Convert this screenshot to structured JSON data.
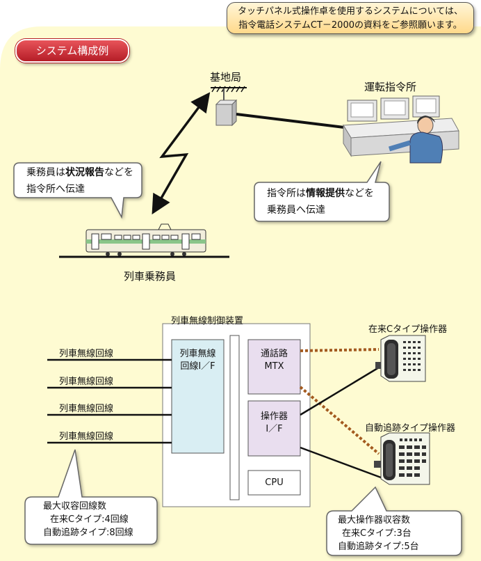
{
  "notice": {
    "line1": "タッチパネル式操作卓を使用するシステムについては、",
    "line2": "指令電話システムCT－2000の資料をご参照願います。"
  },
  "badge": "システム構成例",
  "top_diagram": {
    "base_station": "基地局",
    "dispatch_center": "運転指令所",
    "train_crew": "列車乗務員",
    "crew_callout": {
      "l1_a": "乗務員は",
      "l1_b": "状況報告",
      "l1_c": "などを",
      "l2": "指令所へ伝達"
    },
    "dispatch_callout": {
      "l1_a": "指令所は",
      "l1_b": "情報提供",
      "l1_c": "などを",
      "l2": "乗務員へ伝達"
    }
  },
  "bottom_diagram": {
    "controller_title": "列車無線制御装置",
    "lines": [
      "列車無線回線",
      "列車無線回線",
      "列車無線回線",
      "列車無線回線"
    ],
    "radio_if": {
      "l1": "列車無線",
      "l2": "回線I／F"
    },
    "mtx": {
      "l1": "通話路",
      "l2": "MTX"
    },
    "console_if": {
      "l1": "操作器",
      "l2": "I／F"
    },
    "cpu": "CPU",
    "console_legacy": "在来Cタイプ操作器",
    "console_auto": "自動追跡タイプ操作器",
    "capacity_lines": {
      "title": "最大収容回線数",
      "row1": "在来Cタイプ:4回線",
      "row2": "自動追跡タイプ:8回線"
    },
    "capacity_consoles": {
      "title": "最大操作器収容数",
      "row1": "在来Cタイプ:3台",
      "row2": "自動追跡タイプ:5台"
    }
  },
  "colors": {
    "panel_bg": "#fefbd2",
    "box_blue": "#d9eef3",
    "box_purple": "#e9deef",
    "dotted_link": "#a35a1f",
    "badge_red": "#c8242e"
  }
}
